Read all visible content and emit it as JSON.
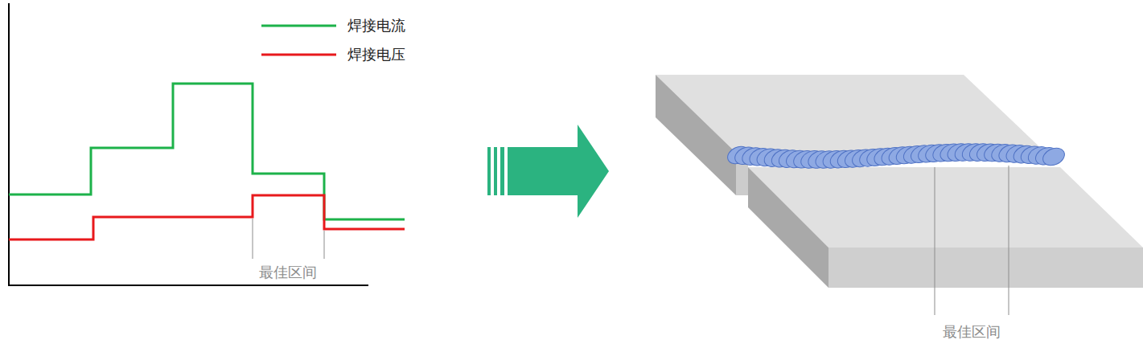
{
  "diagram": {
    "labels": [
      "最佳区间",
      "最佳区间"
    ],
    "legend": [
      {
        "text": "焊接电流"
      },
      {
        "text": "焊接电压"
      }
    ]
  }
}
